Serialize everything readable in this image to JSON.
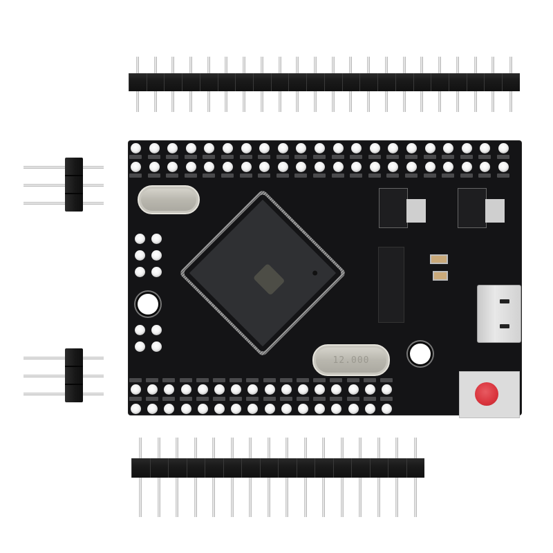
{
  "image": {
    "subject": "Microcontroller development board with loose pin headers",
    "background_color": "#ffffff",
    "board_color": "#141416"
  },
  "board": {
    "top_pad_rows": 2,
    "top_pads_per_row": 21,
    "bottom_pad_rows": 2,
    "bottom_pads_per_row": 16,
    "left_pad_grid": "2x3",
    "mounting_holes": 2
  },
  "components": {
    "mcu": {
      "package": "TQFP-100",
      "color": "#2f3033"
    },
    "crystal_top": {
      "label": ""
    },
    "crystal_bottom": {
      "label": "12.000"
    },
    "voltage_regulators": 2,
    "usb_serial_chip": "SOIC-16",
    "usb_connector": "micro-USB",
    "reset_button": {
      "color": "#d9343d"
    }
  },
  "headers": {
    "top_strip_pins": 22,
    "bottom_strip_pins": 16,
    "left_upper_pins": 3,
    "left_lower_pins": 3
  }
}
